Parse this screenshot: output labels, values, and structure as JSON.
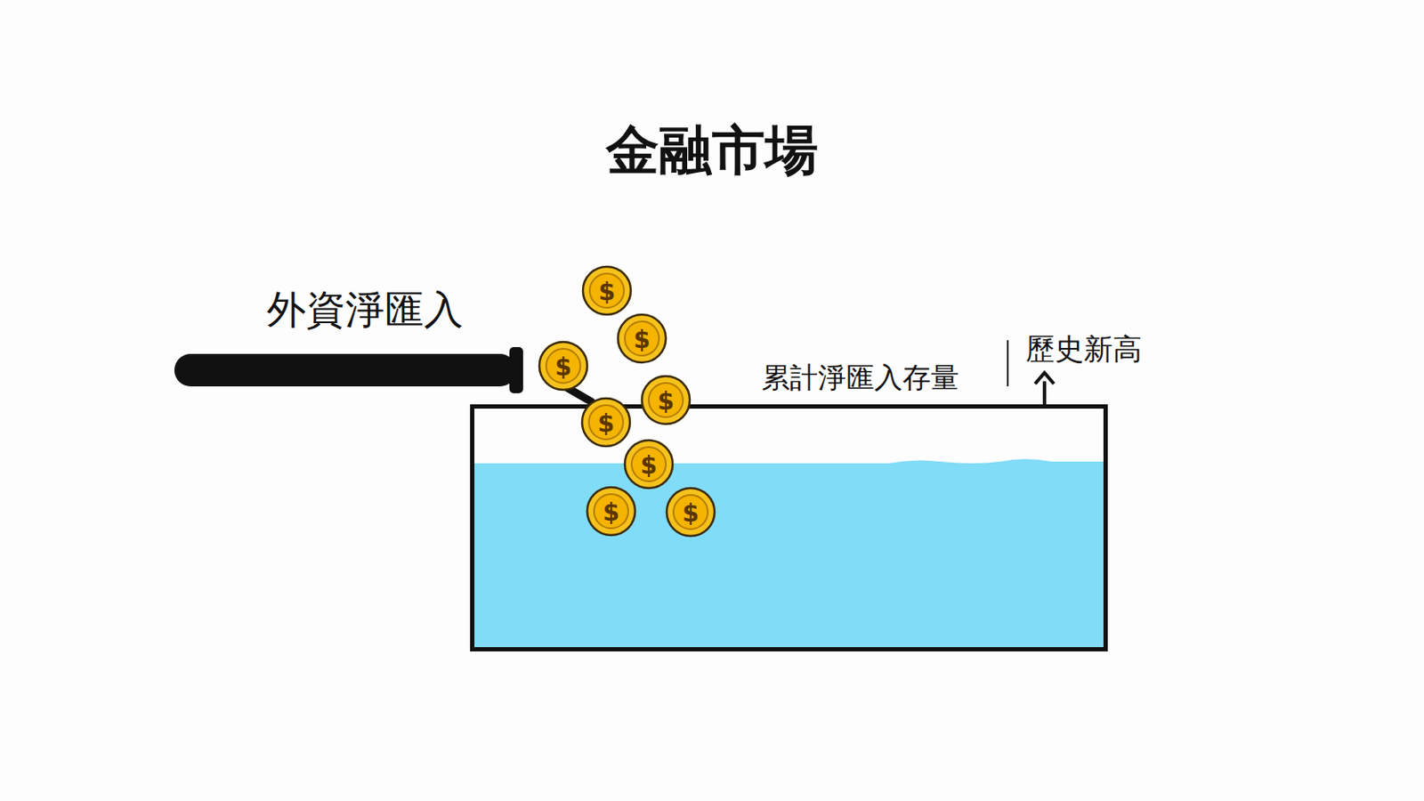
{
  "diagram": {
    "title": "金融市場",
    "nodes": [
      {
        "text": [
          "外資淨匯入"
        ]
      },
      {
        "text": [
          "累計淨匯入存量"
        ]
      }
    ],
    "labels": [
      "歷史新高",
      "$",
      "$",
      "$",
      "$",
      "$",
      "$",
      "$",
      "$"
    ]
  }
}
